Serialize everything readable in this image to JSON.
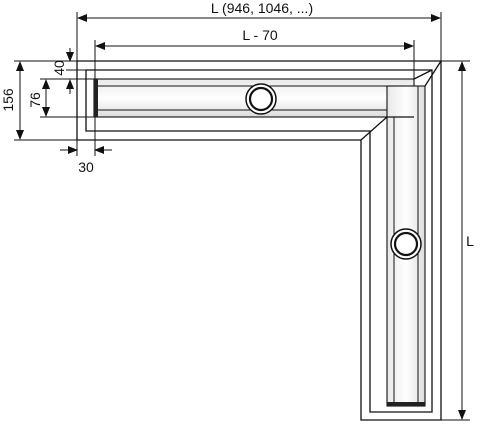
{
  "dimensions": {
    "overall_width": "L (946, 1046, ...)",
    "inner_width": "L  - 70",
    "overall_depth": "156",
    "channel_width": "76",
    "top_offset": "40",
    "side_offset": "30",
    "leg_length": "L"
  }
}
